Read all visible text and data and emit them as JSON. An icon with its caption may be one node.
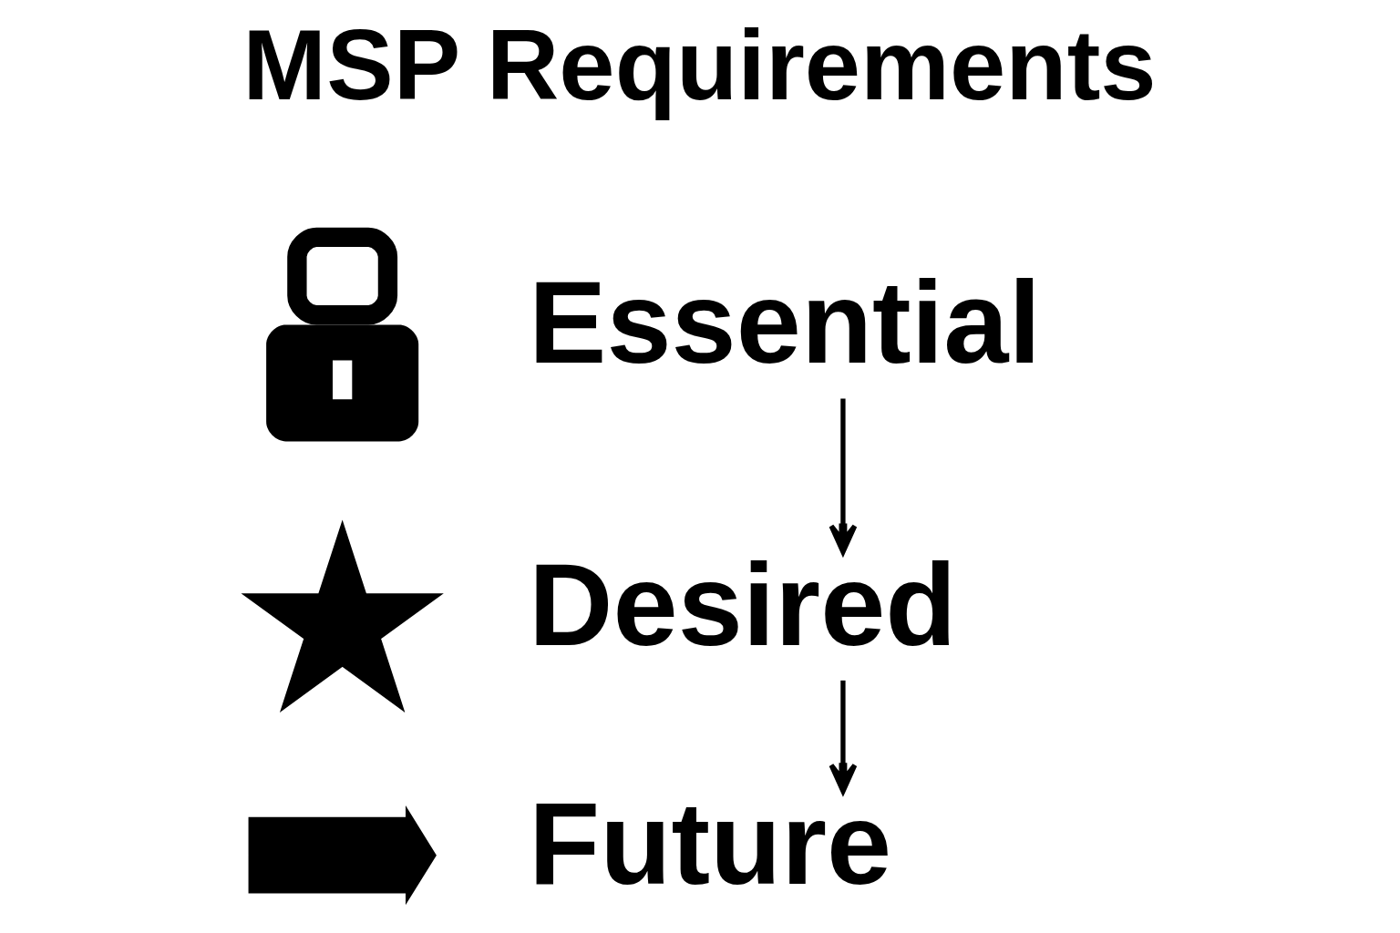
{
  "diagram": {
    "title": "MSP Requirements",
    "nodes": [
      {
        "text": [],
        "shape": "lock"
      },
      {
        "text": [
          "Essential"
        ]
      },
      {
        "text": [],
        "shape": "star"
      },
      {
        "text": [
          "Desired"
        ]
      },
      {
        "text": [],
        "shape": "arrow"
      },
      {
        "text": [
          "Future"
        ]
      }
    ],
    "edges": [
      {
        "from": 1,
        "to": 3,
        "arrow": "to"
      },
      {
        "from": 3,
        "to": 5,
        "arrow": "to"
      }
    ]
  }
}
